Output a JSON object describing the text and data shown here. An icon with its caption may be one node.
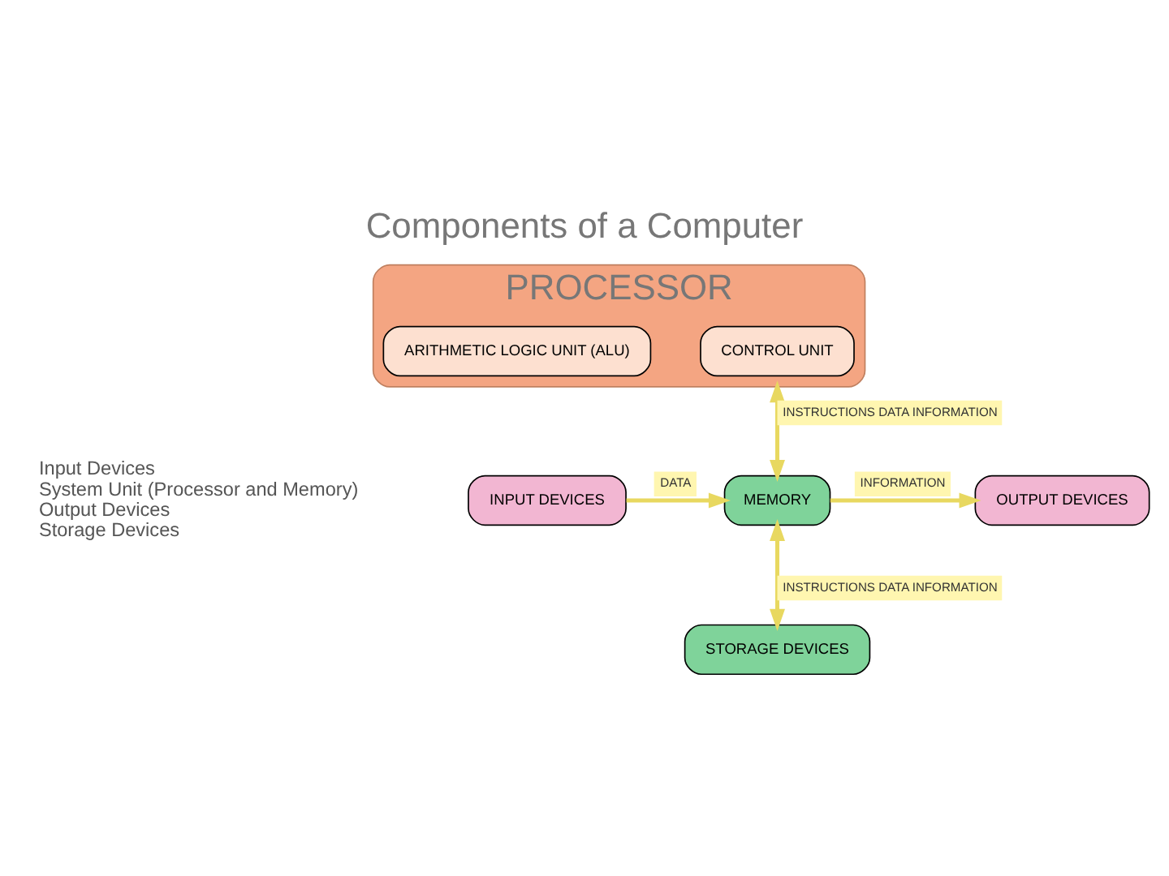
{
  "diagram": {
    "title": "Components of a Computer",
    "nodes": [
      {
        "text": [
          "PROCESSOR"
        ]
      },
      {
        "text": [
          "CONTROL UNIT"
        ],
        "in": 0
      },
      {
        "text": [
          "ARITHMETIC LOGIC UNIT (ALU)"
        ],
        "in": 0
      },
      {
        "text": [
          "INPUT DEVICES"
        ]
      },
      {
        "text": [
          "MEMORY"
        ]
      },
      {
        "text": [
          "OUTPUT DEVICES"
        ]
      },
      {
        "text": [
          "STORAGE DEVICES"
        ]
      }
    ],
    "edges": [
      {
        "from": 0,
        "to": 4,
        "arrow": "both",
        "label": "INSTRUCTIONS DATA INFORMATION"
      },
      {
        "from": 3,
        "to": 4,
        "arrow": "to",
        "label": "DATA"
      },
      {
        "from": 4,
        "to": 5,
        "arrow": "to",
        "label": "INFORMATION"
      },
      {
        "from": 4,
        "to": 6,
        "arrow": "both",
        "label": "INSTRUCTIONS DATA INFORMATION"
      }
    ],
    "labels": [
      "Input Devices",
      "System Unit (Processor and Memory)",
      "Output Devices",
      "Storage Devices"
    ]
  }
}
